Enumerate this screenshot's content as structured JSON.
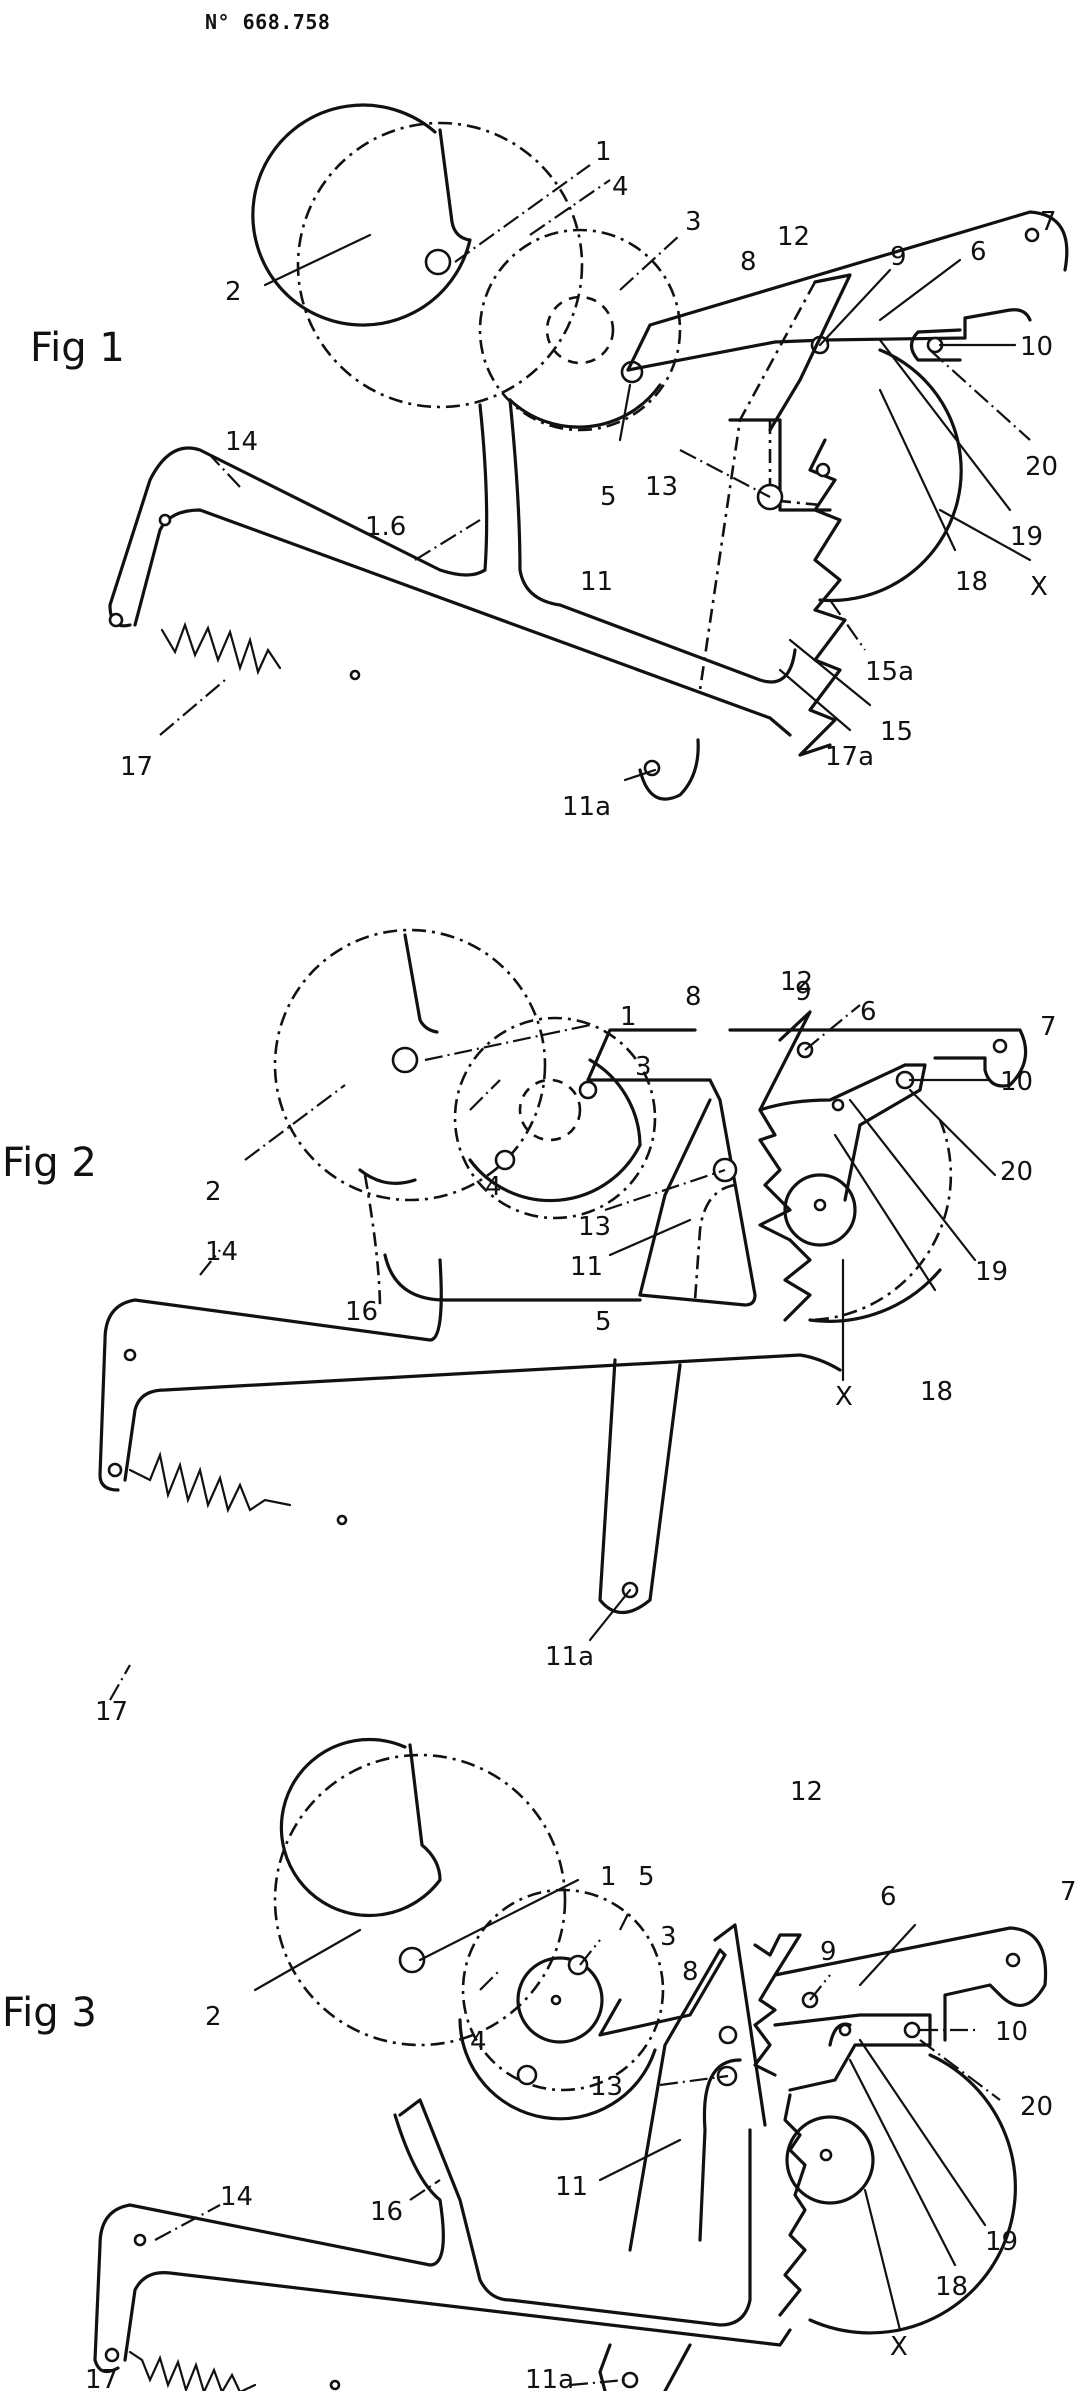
{
  "document": {
    "patent_number": "N° 668.758"
  },
  "figures": [
    {
      "title": "Fig 1",
      "labels": {
        "l1": "1",
        "l2": "2",
        "l3": "3",
        "l4": "4",
        "l5": "5",
        "l6": "6",
        "l7": "7",
        "l8": "8",
        "l9": "9",
        "l10": "10",
        "l11": "11",
        "l11a": "11a",
        "l12": "12",
        "l13": "13",
        "l14": "14",
        "l15": "15",
        "l15a": "15a",
        "l16": "1.6",
        "l17": "17",
        "l17a": "17a",
        "l18": "18",
        "l19": "19",
        "l20": "20",
        "lX": "X"
      }
    },
    {
      "title": "Fig 2",
      "labels": {
        "l1": "1",
        "l2": "2",
        "l3": "3",
        "l4": "4",
        "l5": "5",
        "l6": "6",
        "l7": "7",
        "l8": "8",
        "l9": "9",
        "l10": "10",
        "l11": "11",
        "l11a": "11a",
        "l12": "12",
        "l13": "13",
        "l14": "14",
        "l16": "16",
        "l17": "17",
        "l18": "18",
        "l19": "19",
        "l20": "20",
        "lX": "X"
      }
    },
    {
      "title": "Fig 3",
      "labels": {
        "l1": "1",
        "l2": "2",
        "l3": "3",
        "l4": "4",
        "l5": "5",
        "l6": "6",
        "l7": "7",
        "l8": "8",
        "l9": "9",
        "l10": "10",
        "l11": "11",
        "l11a": "11a",
        "l12": "12",
        "l13": "13",
        "l14": "14",
        "l16": "16",
        "l17": "17",
        "l18": "18",
        "l19": "19",
        "l20": "20",
        "lX": "X"
      }
    }
  ]
}
